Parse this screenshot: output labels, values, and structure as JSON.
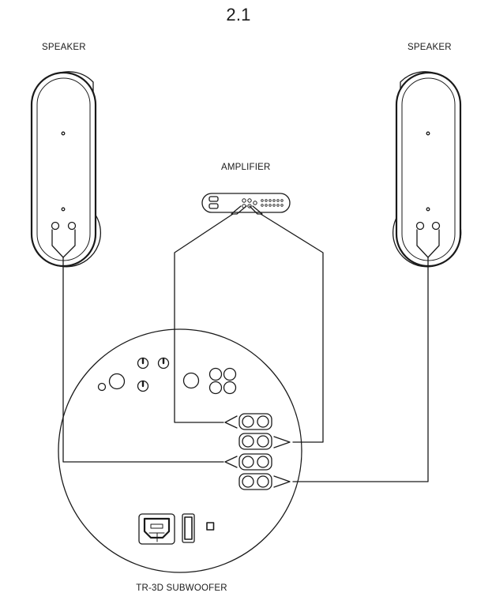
{
  "figure_number": "2.1",
  "labels": {
    "left_speaker": "SPEAKER",
    "right_speaker": "SPEAKER",
    "amplifier": "AMPLIFIER",
    "subwoofer": "TR-3D SUBWOOFER"
  },
  "colors": {
    "line": "#1a1a1a",
    "background": "#ffffff"
  }
}
